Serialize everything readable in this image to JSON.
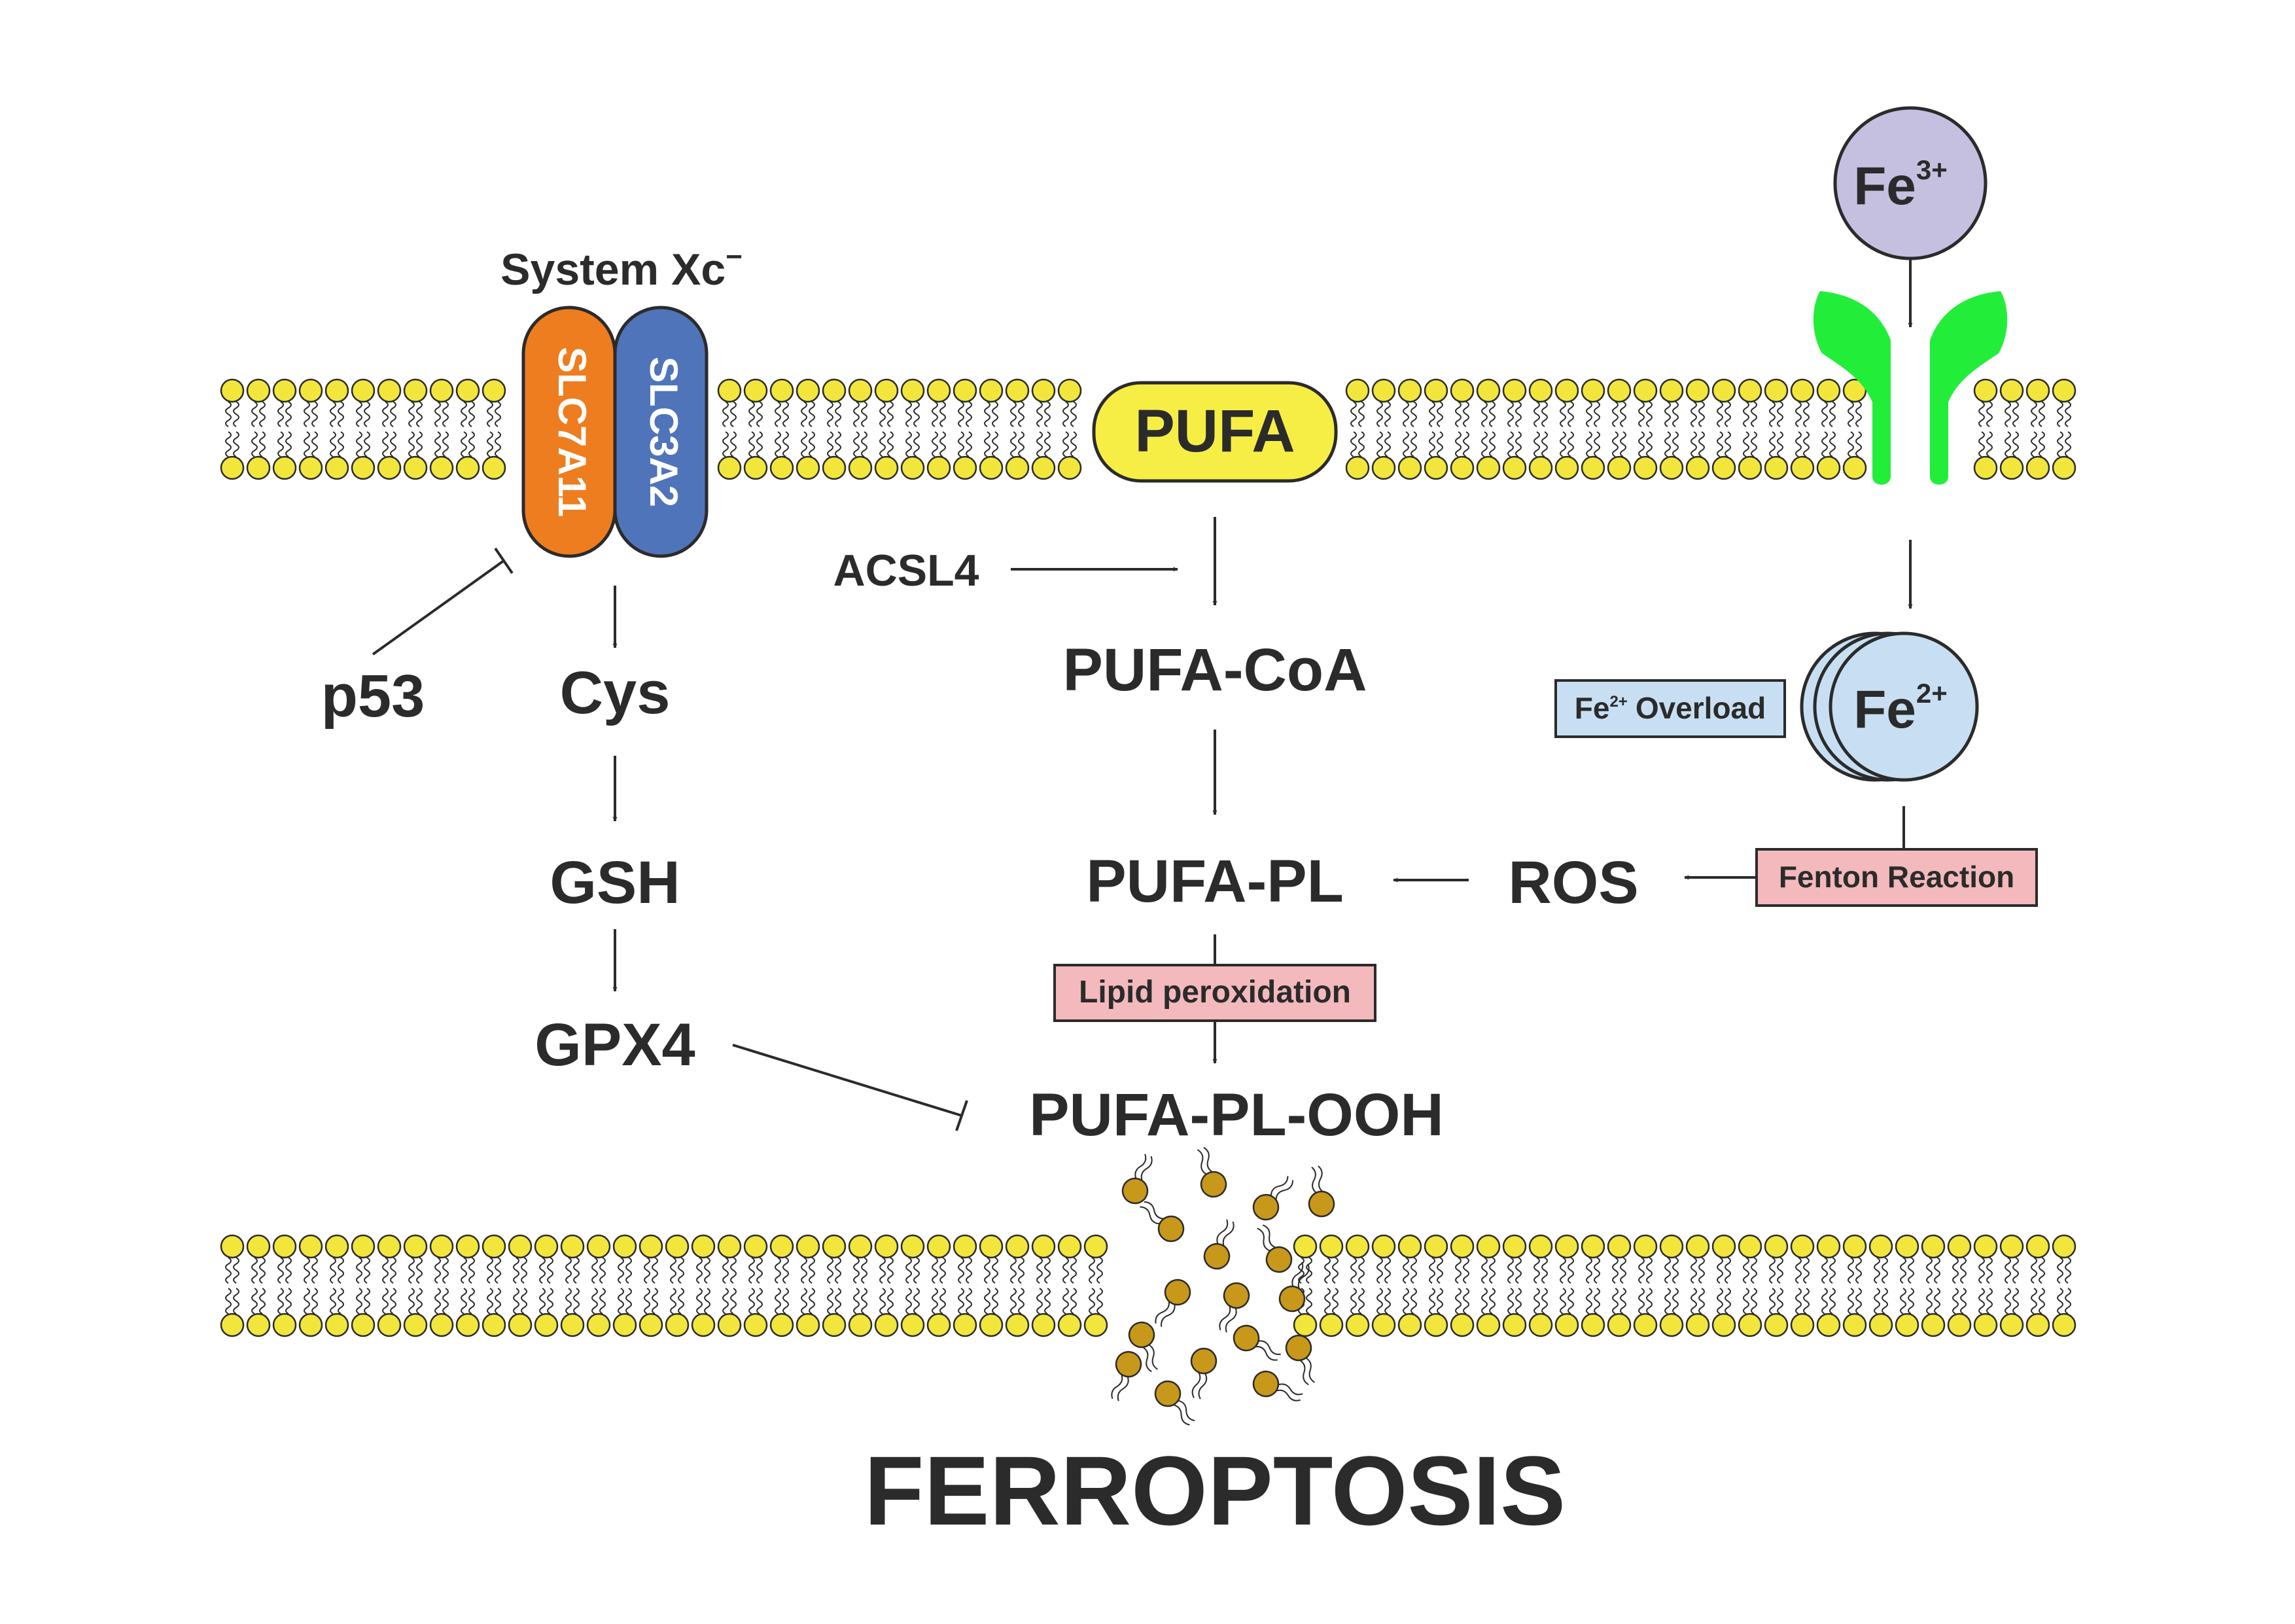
{
  "system": {
    "label": "System Xc",
    "label_sup": "−",
    "slc7a11": "SLC7A11",
    "slc3a2": "SLC3A2"
  },
  "left_pathway": {
    "p53": "p53",
    "cys": "Cys",
    "gsh": "GSH",
    "gpx4": "GPX4"
  },
  "middle_pathway": {
    "pufa": "PUFA",
    "acsl4": "ACSL4",
    "pufa_coa": "PUFA-CoA",
    "pufa_pl": "PUFA-PL",
    "lipid_peroxidation": "Lipid peroxidation",
    "pufa_pl_ooh": "PUFA-PL-OOH"
  },
  "iron_pathway": {
    "fe3": "Fe",
    "fe3_charge": "3+",
    "fe2": "Fe",
    "fe2_charge": "2+",
    "overload_prefix": "Fe",
    "overload_charge": "2+",
    "overload_suffix": "Overload",
    "fenton": "Fenton Reaction",
    "ros": "ROS"
  },
  "title": "FERROPTOSIS",
  "colors": {
    "slc7a11": "#ee7d1f",
    "slc3a2": "#4f74b9",
    "pufa_fill": "#f7ee45",
    "lipid_head": "#f2e63c",
    "lipid_head_scattered": "#c8981b",
    "fe3_fill": "#c5c0e0",
    "fe2_fill": "#c8dff3",
    "receptor": "#22ee3a",
    "pink_box": "#f3b9bd",
    "blue_box": "#c8dff3",
    "text": "#2b2b2b"
  }
}
